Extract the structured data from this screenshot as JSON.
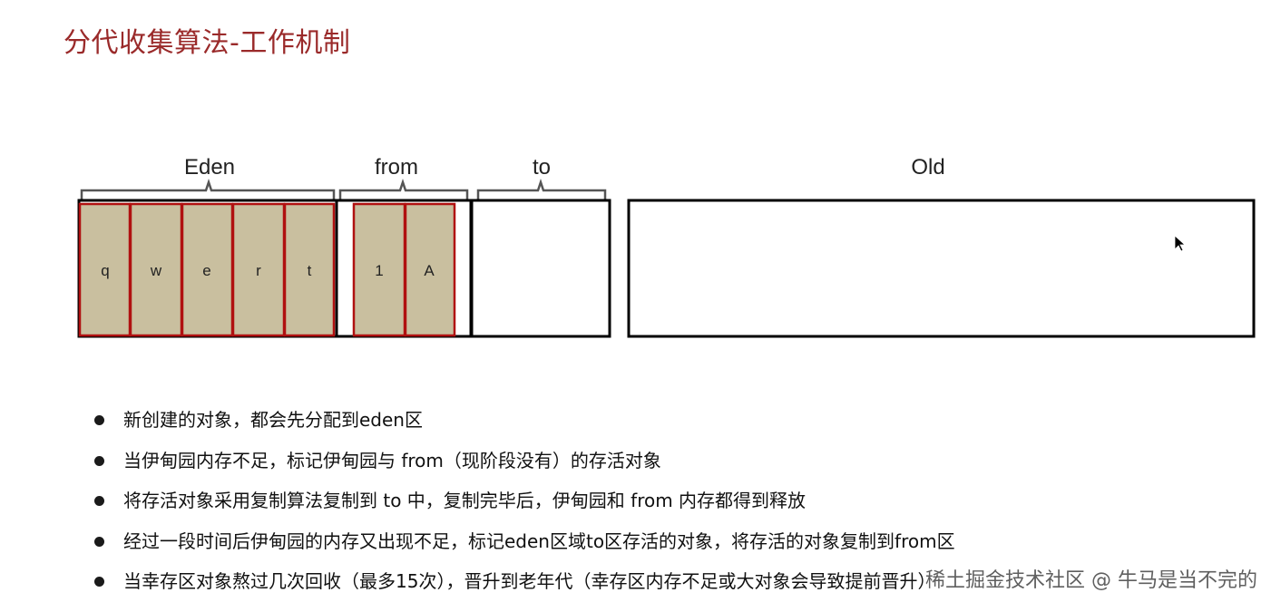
{
  "title": "分代收集算法-工作机制",
  "diagram": {
    "sections": [
      {
        "label": "Eden",
        "cells": [
          "q",
          "w",
          "e",
          "r",
          "t"
        ]
      },
      {
        "label": "from",
        "cells": [
          "1",
          "A"
        ]
      },
      {
        "label": "to",
        "cells": []
      },
      {
        "label": "Old",
        "cells": []
      }
    ],
    "colors": {
      "cell_fill": "#c9bf9f",
      "cell_border": "#b01010",
      "box_border": "#000000",
      "bracket": "#555555"
    }
  },
  "bullets": [
    "新创建的对象，都会先分配到eden区",
    "当伊甸园内存不足，标记伊甸园与 from（现阶段没有）的存活对象",
    "将存活对象采用复制算法复制到 to 中，复制完毕后，伊甸园和 from 内存都得到释放",
    "经过一段时间后伊甸园的内存又出现不足，标记eden区域to区存活的对象，将存活的对象复制到from区",
    "当幸存区对象熬过几次回收（最多15次），晋升到老年代（幸存区内存不足或大对象会导致提前晋升）"
  ],
  "watermark": "稀土掘金技术社区 @ 牛马是当不完的"
}
